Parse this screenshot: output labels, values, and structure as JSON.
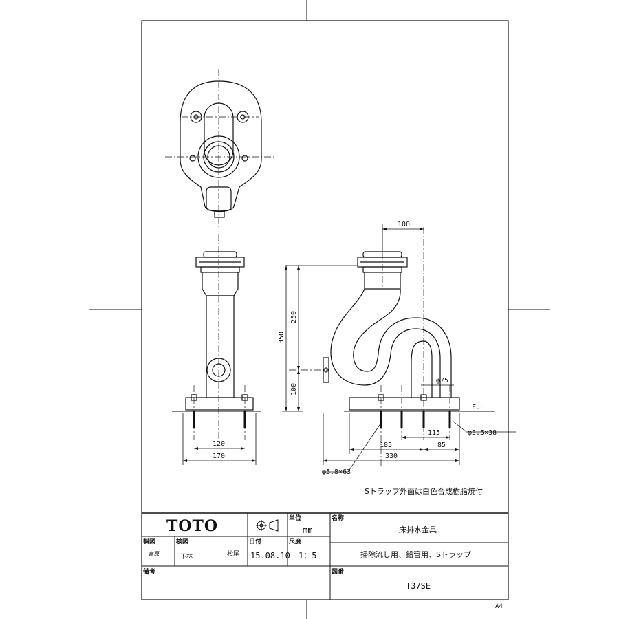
{
  "dimensions": {
    "d100_top": "100",
    "d350": "350",
    "d250": "250",
    "d100_left": "100",
    "d75": "φ75",
    "fl": "F.L",
    "d120": "120",
    "d170": "170",
    "d185": "185",
    "d115": "115",
    "d85": "85",
    "d330": "330",
    "bolt_right": "φ3.5×38",
    "bolt_left": "φ5.8×63"
  },
  "note": "Sトラップ外面は白色合成樹脂焼付",
  "title_block": {
    "logo": "TOTO",
    "unit_label": "単位",
    "unit_value": "mm",
    "name_label": "名称",
    "name_value": "床排水金具",
    "drafted_label": "製図",
    "drafted_value": "富原",
    "checked_label": "検図",
    "checked_value_1": "下林",
    "checked_value_2": "松尾",
    "date_label": "日付",
    "date_value": "15.08.10",
    "scale_label": "尺度",
    "scale_value": "1：5",
    "description": "掃除流し用、鉛管用、Sトラップ",
    "remarks_label": "備考",
    "drawing_no_label": "図番",
    "drawing_no_value": "T37SE"
  },
  "sheet_size": "A4"
}
